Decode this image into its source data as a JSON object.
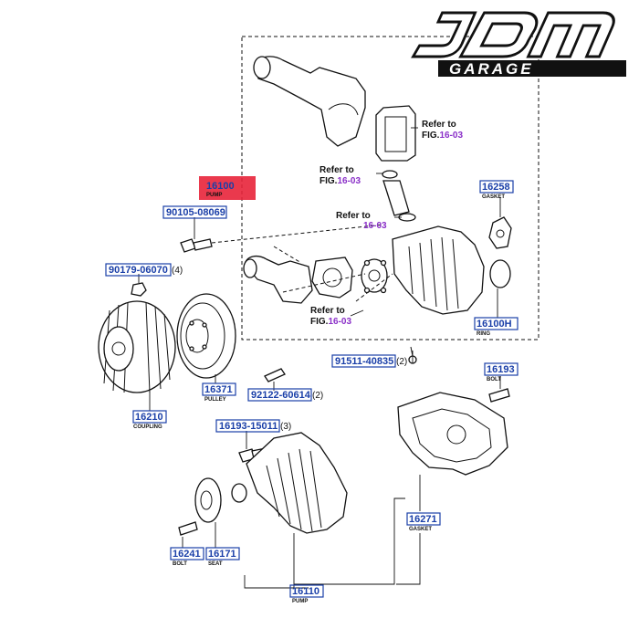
{
  "logo": {
    "line1": "JDM",
    "line2": "GARAGE"
  },
  "highlight_color": "#e8233a",
  "label_color": "#1a3fa8",
  "ref_color": "#8a2fc8",
  "parts": [
    {
      "id": "p16100",
      "number": "16100",
      "desc": "PUMP",
      "highlight": true
    },
    {
      "id": "p90105",
      "number": "90105-08069",
      "desc": ""
    },
    {
      "id": "p90179",
      "number": "90179-06070",
      "qty": "(4)",
      "desc": ""
    },
    {
      "id": "p16258",
      "number": "16258",
      "desc": "GASKET"
    },
    {
      "id": "p16100h",
      "number": "16100H",
      "desc": "RING"
    },
    {
      "id": "p91511",
      "number": "91511-40835",
      "qty": "(2)",
      "desc": ""
    },
    {
      "id": "p16371",
      "number": "16371",
      "desc": "PULLEY"
    },
    {
      "id": "p92122",
      "number": "92122-60614",
      "qty": "(2)",
      "desc": ""
    },
    {
      "id": "p16210",
      "number": "16210",
      "desc": "COUPLING"
    },
    {
      "id": "p16193",
      "number": "16193",
      "desc": "BOLT"
    },
    {
      "id": "p16193b",
      "number": "16193-15011",
      "qty": "(3)",
      "desc": ""
    },
    {
      "id": "p16271",
      "number": "16271",
      "desc": "GASKET"
    },
    {
      "id": "p16241",
      "number": "16241",
      "desc": "BOLT"
    },
    {
      "id": "p16171",
      "number": "16171",
      "desc": "SEAT"
    },
    {
      "id": "p16110",
      "number": "16110",
      "desc": "PUMP"
    }
  ],
  "refs": [
    {
      "line1": "Refer to",
      "prefix": "FIG.",
      "num": "16-03"
    },
    {
      "line1": "Refer to",
      "prefix": "FIG.",
      "num": "16-03"
    },
    {
      "line1": "Refer to",
      "prefix": "",
      "num": "16-03"
    },
    {
      "line1": "Refer to",
      "prefix": "FIG.",
      "num": "16-03"
    }
  ]
}
